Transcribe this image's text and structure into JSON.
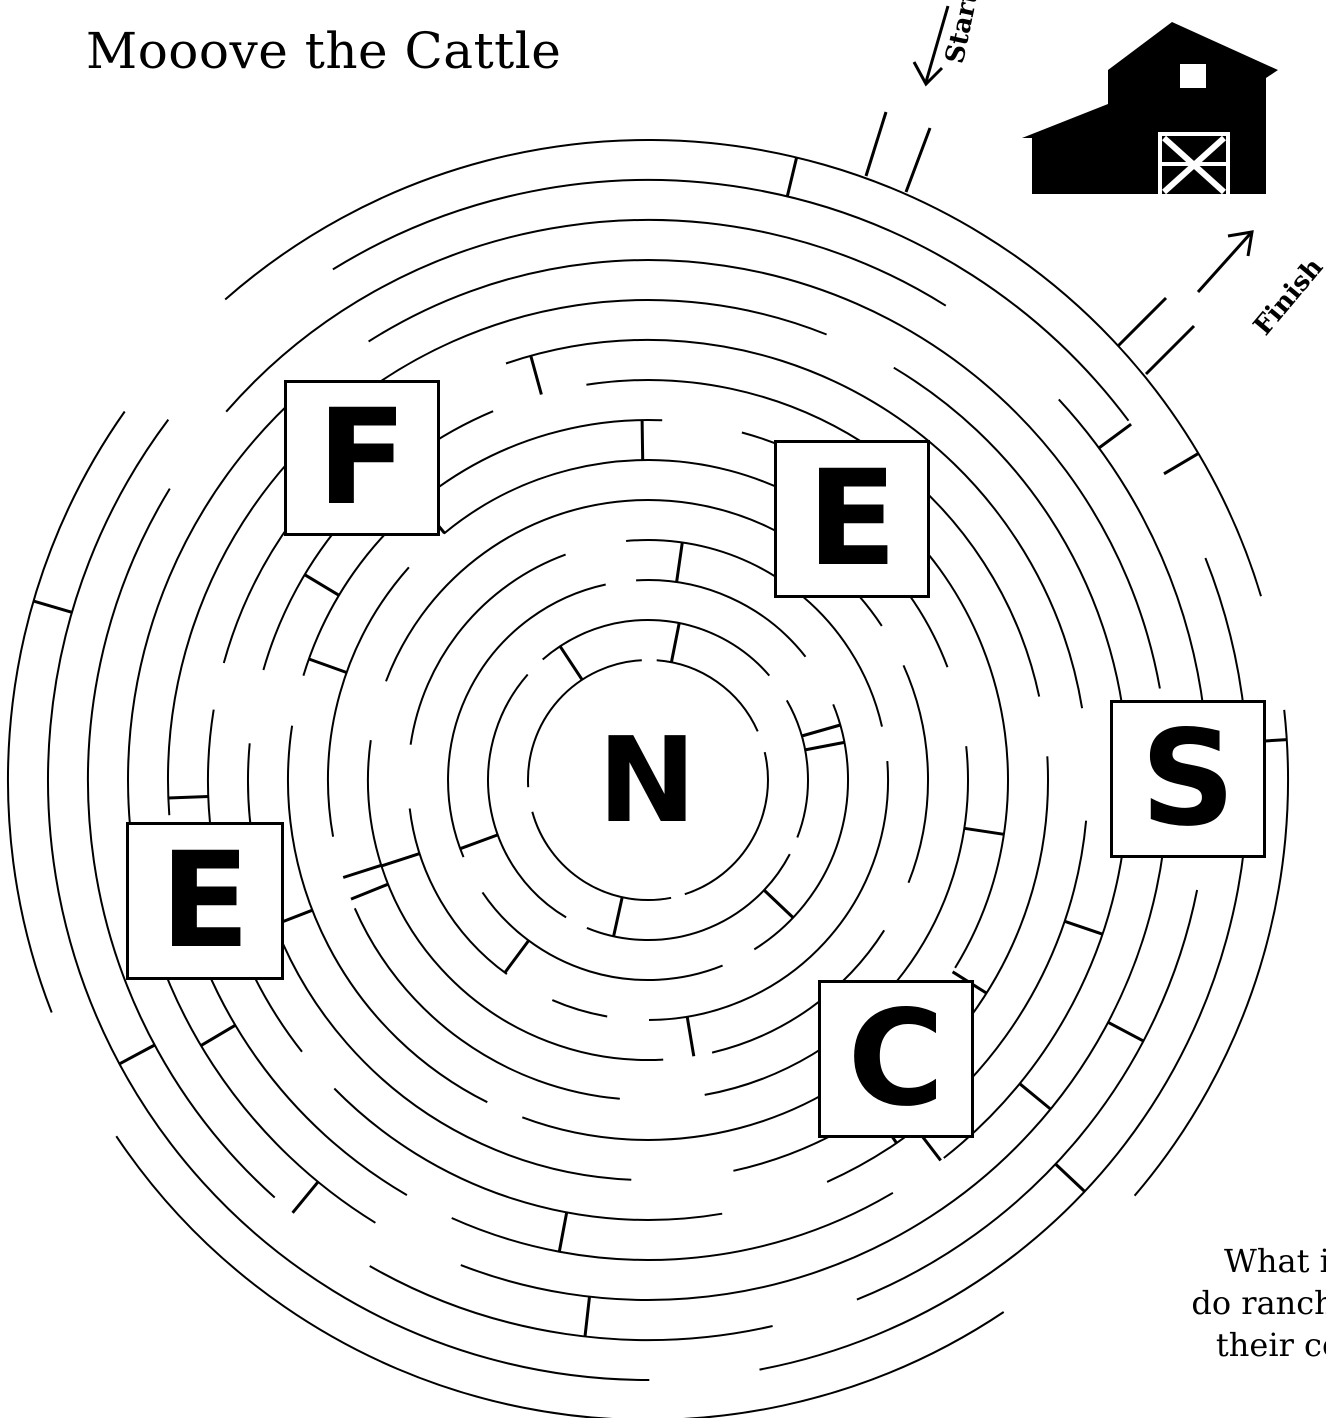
{
  "title": "Mooove the Cattle",
  "start_label": "Start",
  "finish_label": "Finish",
  "question": [
    "What impo",
    "do ranchers us",
    "their cows t"
  ],
  "letters": [
    {
      "id": "F",
      "char": "F"
    },
    {
      "id": "E-top",
      "char": "E"
    },
    {
      "id": "S",
      "char": "S"
    },
    {
      "id": "E-left",
      "char": "E"
    },
    {
      "id": "C",
      "char": "C"
    },
    {
      "id": "N",
      "char": "N"
    }
  ],
  "icons": {
    "barn": "barn-icon",
    "start_arrow": "arrow-down-icon",
    "finish_arrow": "arrow-up-right-icon"
  },
  "colors": {
    "ink": "#000000",
    "paper": "#ffffff"
  }
}
